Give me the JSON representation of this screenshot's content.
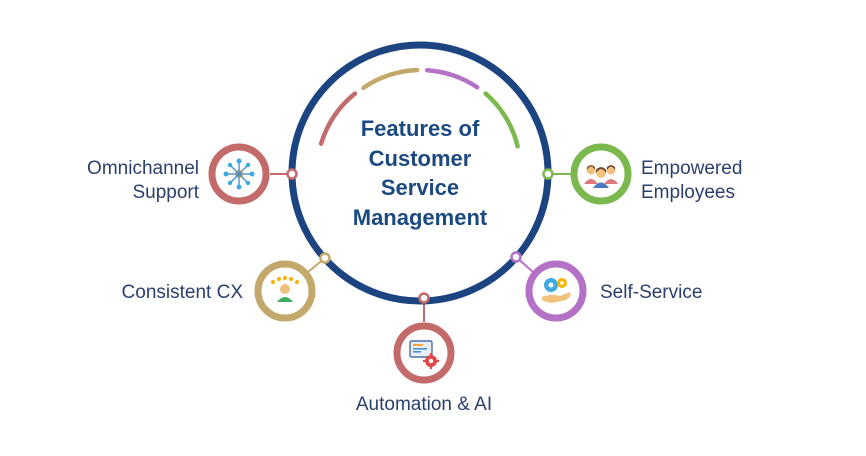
{
  "title": {
    "lines": [
      "Features of",
      "Customer",
      "Service",
      "Management"
    ]
  },
  "features": [
    {
      "label_lines": [
        "Omnichannel",
        "Support"
      ],
      "color": "#c36a6a",
      "icon": "network-hub-icon"
    },
    {
      "label_lines": [
        "Consistent CX"
      ],
      "color": "#c2a96b",
      "icon": "rated-agent-icon"
    },
    {
      "label_lines": [
        "Automation & AI"
      ],
      "color": "#c36a6a",
      "icon": "automation-screen-gear-icon"
    },
    {
      "label_lines": [
        "Self-Service"
      ],
      "color": "#b472c6",
      "icon": "hand-gears-icon"
    },
    {
      "label_lines": [
        "Empowered",
        "Employees"
      ],
      "color": "#7bb84d",
      "icon": "team-people-icon"
    }
  ],
  "colors": {
    "ring": "#1c4480",
    "title": "#1c4980",
    "label": "#2a3f6b",
    "arc_red": "#c36a6a",
    "arc_gold": "#c2a96b",
    "arc_purple": "#b472c6",
    "arc_green": "#7bb84d"
  }
}
